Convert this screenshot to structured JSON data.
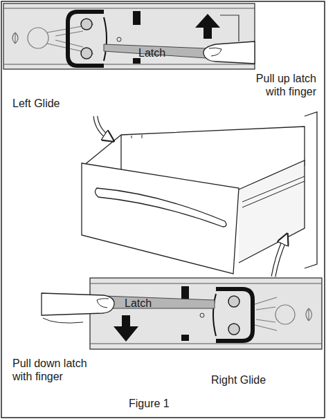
{
  "diagram": {
    "caption": "Figure 1",
    "labels": [
      "Latch",
      "Pull up latch with finger",
      "Left Glide",
      "Latch",
      "Pull down latch with finger",
      "Right Glide"
    ]
  }
}
